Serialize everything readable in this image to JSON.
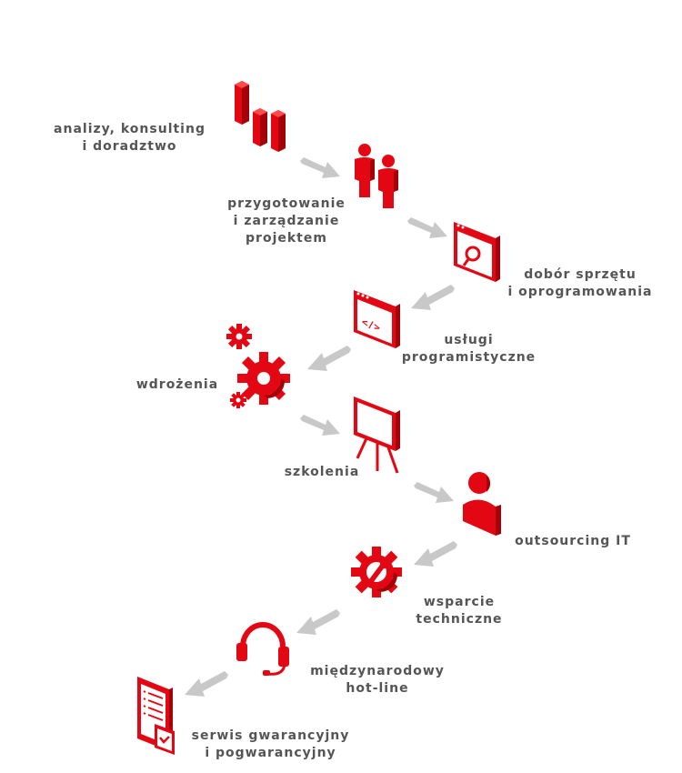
{
  "steps": [
    {
      "lines": [
        "analizy, konsulting",
        "i doradztwo"
      ],
      "icon": "bar-chart-icon"
    },
    {
      "lines": [
        "przygotowanie",
        "i zarządzanie",
        "projektem"
      ],
      "icon": "team-icon"
    },
    {
      "lines": [
        "dobór sprzętu",
        "i oprogramowania"
      ],
      "icon": "browser-search-icon"
    },
    {
      "lines": [
        "usługi",
        "programistyczne"
      ],
      "icon": "code-window-icon"
    },
    {
      "lines": [
        "wdrożenia"
      ],
      "icon": "gears-icon"
    },
    {
      "lines": [
        "szkolenia"
      ],
      "icon": "presentation-easel-icon"
    },
    {
      "lines": [
        "outsourcing IT"
      ],
      "icon": "user-icon"
    },
    {
      "lines": [
        "wsparcie",
        "techniczne"
      ],
      "icon": "gear-wrench-icon"
    },
    {
      "lines": [
        "międzynarodowy",
        "hot-line"
      ],
      "icon": "headset-icon"
    },
    {
      "lines": [
        "serwis gwarancyjny",
        "i pogwarancyjny"
      ],
      "icon": "checklist-icon"
    }
  ],
  "colors": {
    "accent": "#e30613",
    "accent_dark": "#a3000a",
    "arrow": "#c8c8c8",
    "text": "#555555"
  }
}
